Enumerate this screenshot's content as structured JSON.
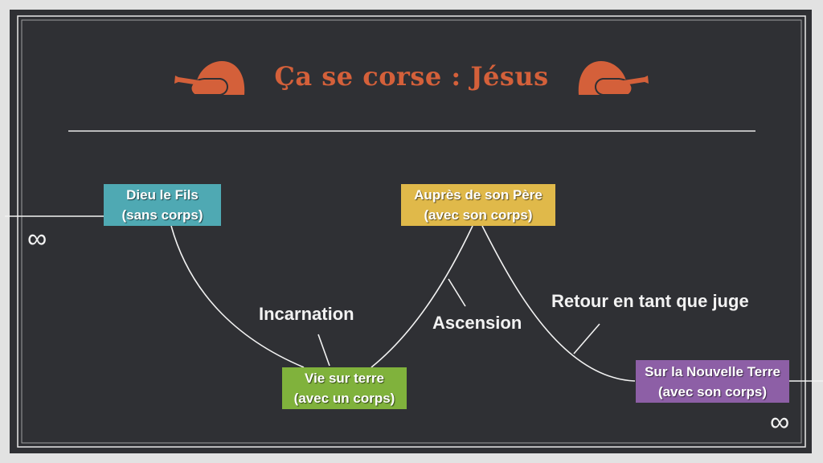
{
  "title": "Ça se corse : Jésus",
  "colors": {
    "title": "#d4603a",
    "dieu": "#4fa9b3",
    "aupres": "#e0b94a",
    "vie": "#80b23c",
    "nouvelle": "#8d5fa6"
  },
  "nodes": {
    "dieu": {
      "line1": "Dieu le Fils",
      "line2": "(sans corps)"
    },
    "aupres": {
      "line1": "Auprès de son Père",
      "line2": "(avec son corps)"
    },
    "vie": {
      "line1": "Vie sur terre",
      "line2": "(avec un corps)"
    },
    "nouvelle": {
      "line1": "Sur la Nouvelle Terre",
      "line2": "(avec son corps)"
    }
  },
  "edges": {
    "incarnation": "Incarnation",
    "ascension": "Ascension",
    "retour": "Retour en tant que juge"
  },
  "infinity_left": "∞",
  "infinity_right": "∞",
  "icons": [
    "turkey-icon",
    "turkey-icon"
  ]
}
